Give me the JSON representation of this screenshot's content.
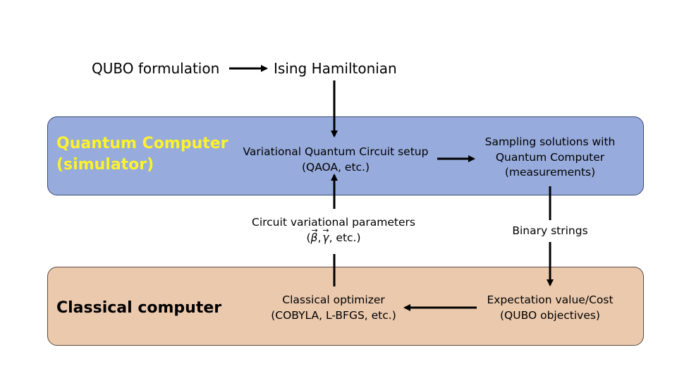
{
  "top_row": {
    "qubo": "QUBO formulation",
    "ising": "Ising Hamiltonian"
  },
  "quantum": {
    "title_line1": "Quantum Computer",
    "title_line2": "(simulator)",
    "vqc_line1": "Variational Quantum Circuit setup",
    "vqc_line2": "(QAOA, etc.)",
    "sampling_line1": "Sampling solutions with",
    "sampling_line2": "Quantum Computer",
    "sampling_line3": "(measurements)"
  },
  "between": {
    "params_line1": "Circuit variational parameters",
    "params_line2_suffix": ", etc.)",
    "binary": "Binary strings"
  },
  "classical": {
    "title": "Classical computer",
    "optimizer_line1": "Classical optimizer",
    "optimizer_line2": "(COBYLA, L-BFGS, etc.)",
    "expect_line1": "Expectation value/Cost",
    "expect_line2": "(QUBO objectives)"
  },
  "colors": {
    "quantum_fill": "#97abdc",
    "classical_fill": "#ebc9ad",
    "quantum_title": "#fdf22c"
  }
}
